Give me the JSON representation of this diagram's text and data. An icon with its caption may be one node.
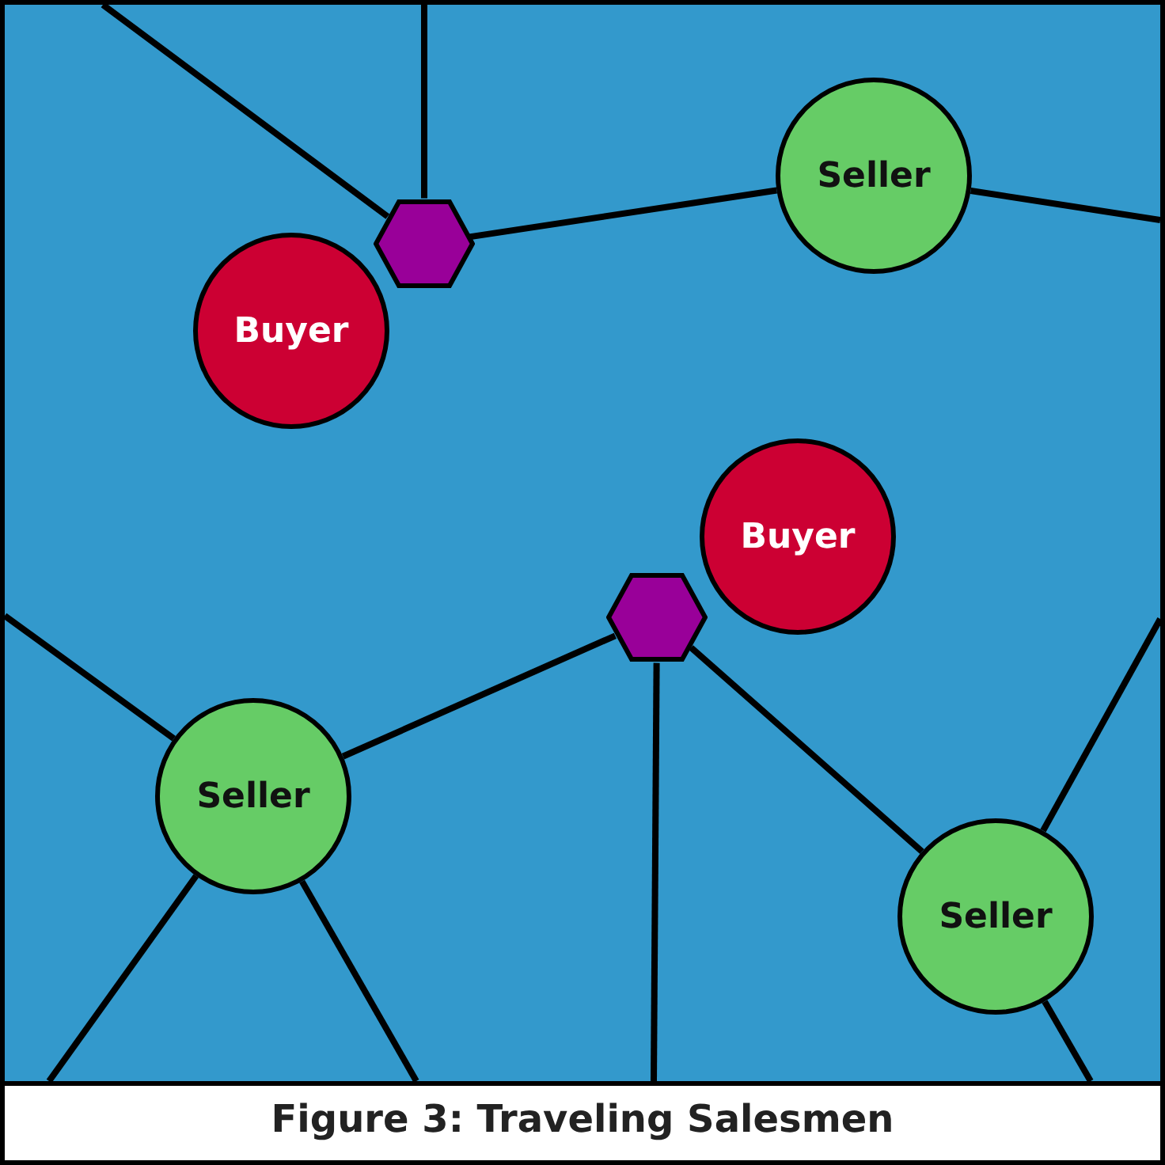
{
  "diagram": {
    "caption": "Figure 3: Traveling Salesmen",
    "nodes": [
      {
        "text": [],
        "shape": "hexagon"
      },
      {
        "text": [
          "Seller"
        ]
      },
      {
        "text": [
          "Buyer"
        ]
      },
      {
        "text": [
          "Buyer"
        ]
      },
      {
        "text": [],
        "shape": "hexagon"
      },
      {
        "text": [
          "Seller"
        ]
      },
      {
        "text": [
          "Seller"
        ]
      }
    ],
    "edges": [
      {
        "from": null,
        "to": 0,
        "arrow": "none"
      },
      {
        "from": null,
        "to": 0,
        "arrow": "none"
      },
      {
        "from": 0,
        "to": 1,
        "arrow": "none"
      },
      {
        "from": 1,
        "to": null,
        "arrow": "none"
      },
      {
        "from": 4,
        "to": 5,
        "arrow": "none"
      },
      {
        "from": 4,
        "to": 6,
        "arrow": "none"
      },
      {
        "from": 4,
        "to": null,
        "arrow": "none"
      },
      {
        "from": 5,
        "to": null,
        "arrow": "none"
      },
      {
        "from": 5,
        "to": null,
        "arrow": "none"
      },
      {
        "from": 5,
        "to": null,
        "arrow": "none"
      },
      {
        "from": 6,
        "to": null,
        "arrow": "none"
      },
      {
        "from": 6,
        "to": null,
        "arrow": "none"
      }
    ]
  }
}
